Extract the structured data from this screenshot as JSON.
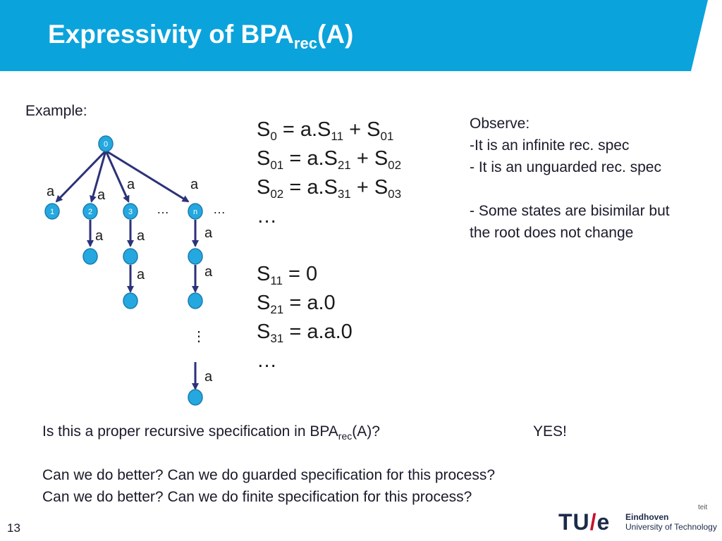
{
  "slide": {
    "title_main": "Expressivity of BPA",
    "title_sub": "rec",
    "title_end": "(A)",
    "example_label": "Example:",
    "page_number": "13",
    "faculty_fragment": "teit"
  },
  "tree": {
    "root_label": "0",
    "child_labels": [
      "1",
      "2",
      "3",
      "n"
    ],
    "edge_label": "a",
    "ellipsis": "…",
    "vertical_ellipsis": "⋮"
  },
  "equations": [
    {
      "lhs": "S",
      "lhs_sub": "0",
      "rhs1": " = a.S",
      "rhs_sub1": "11",
      "rhs2": " + S",
      "rhs_sub2": "01"
    },
    {
      "lhs": "S",
      "lhs_sub": "01",
      "rhs1": " = a.S",
      "rhs_sub1": "21",
      "rhs2": " + S",
      "rhs_sub2": "02"
    },
    {
      "lhs": "S",
      "lhs_sub": "02",
      "rhs1": " = a.S",
      "rhs_sub1": "31",
      "rhs2": " + S",
      "rhs_sub2": "03"
    },
    {
      "text": "…"
    },
    {
      "text": ""
    },
    {
      "lhs": "S",
      "lhs_sub": "11",
      "rhs1": " = 0"
    },
    {
      "lhs": "S",
      "lhs_sub": "21",
      "rhs1": " = a.0"
    },
    {
      "lhs": "S",
      "lhs_sub": "31",
      "rhs1": " = a.a.0"
    },
    {
      "text": "…"
    }
  ],
  "observe": {
    "lines": [
      "Observe:",
      "-It is an infinite rec. spec",
      "- It is an unguarded rec. spec",
      "",
      "- Some states are bisimilar but",
      "the root does not change"
    ]
  },
  "questions": {
    "q1_main": "Is this a proper recursive specification in BPA",
    "q1_sub": "rec",
    "q1_end": "(A)?",
    "answer": "YES!",
    "q2": "Can we do better? Can we do guarded specification for this process?",
    "q3": "Can we do better? Can we do finite specification for this process?"
  },
  "logo": {
    "mark": "TU/e",
    "line1": "Eindhoven",
    "line2": "University of Technology"
  },
  "colors": {
    "banner": "#0ba3dc",
    "node_fill": "#24a8df",
    "node_stroke": "#1b7db0",
    "edge": "#2c3277"
  }
}
